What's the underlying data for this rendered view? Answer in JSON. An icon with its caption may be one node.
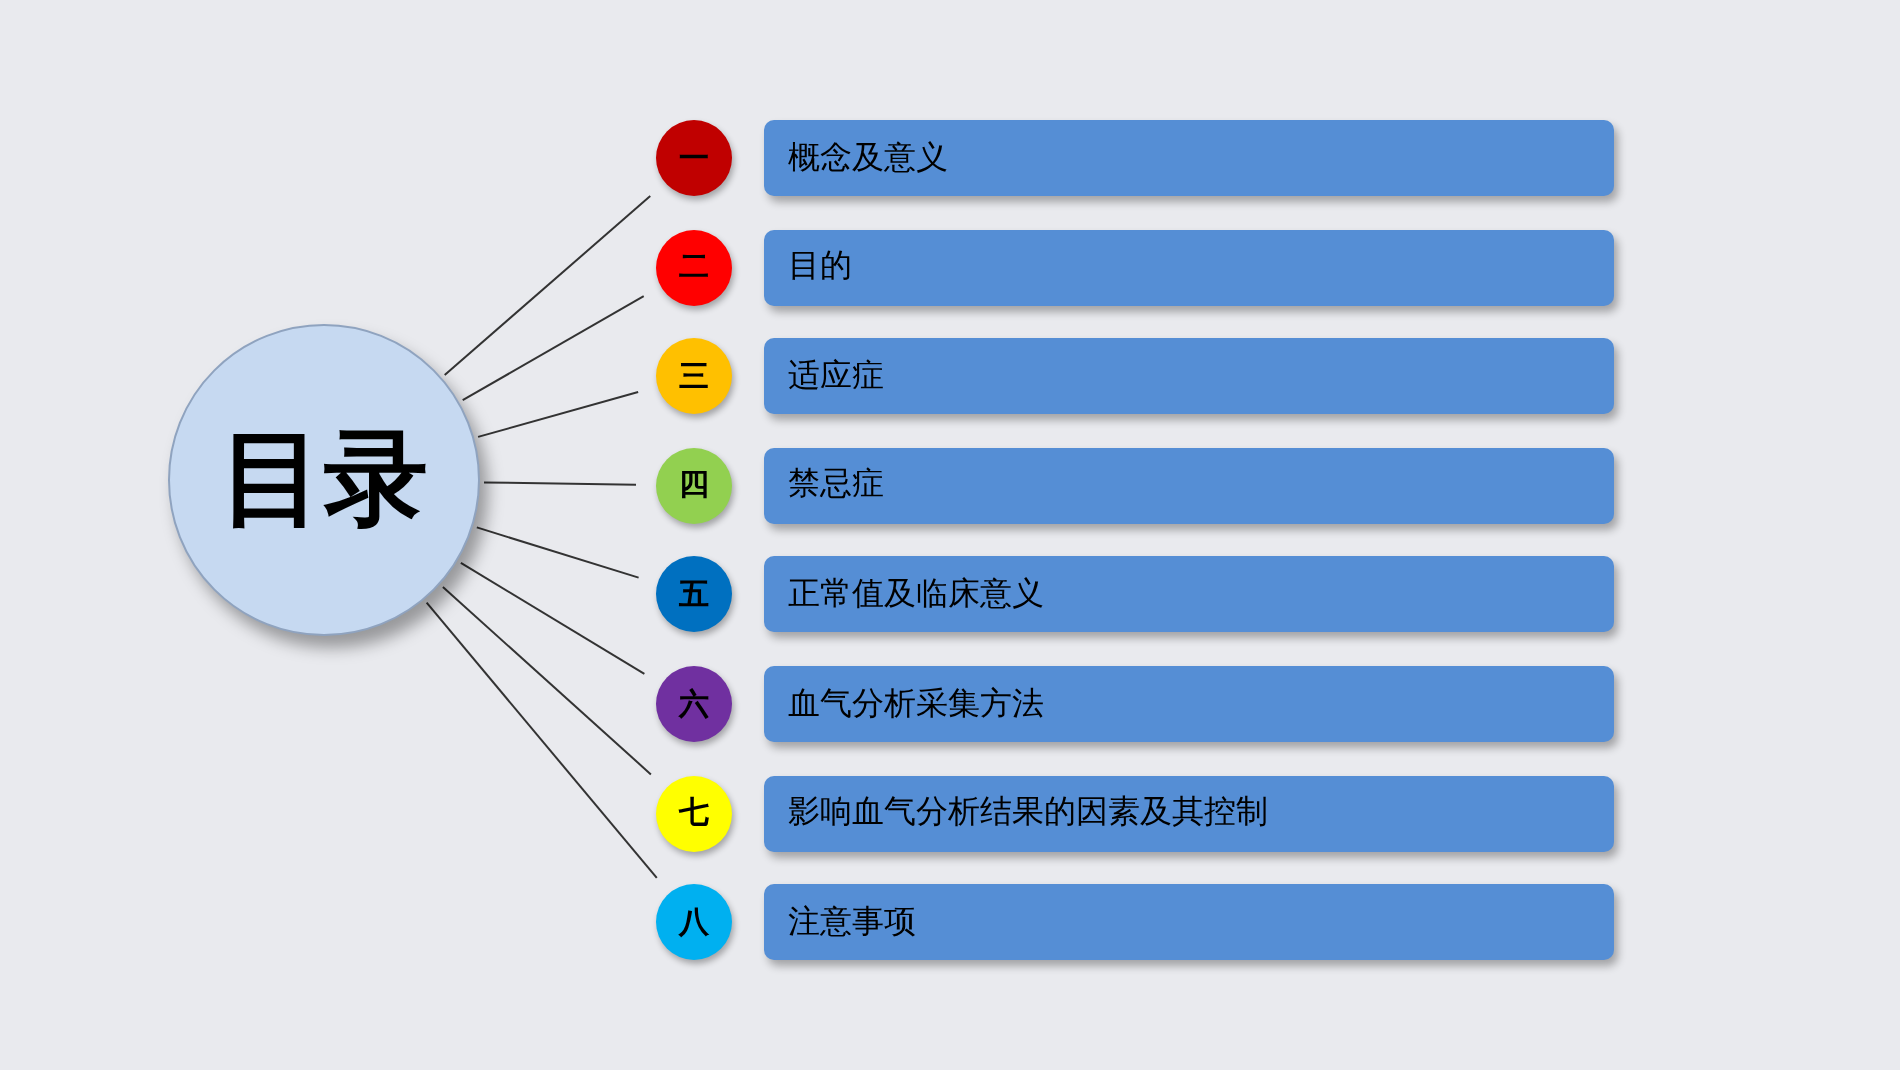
{
  "diagram": {
    "nodes": [
      {
        "text": [
          "目录"
        ]
      },
      {
        "text": [
          "一"
        ]
      },
      {
        "text": [
          "概念及意义"
        ]
      },
      {
        "text": [
          "二"
        ]
      },
      {
        "text": [
          "目的"
        ]
      },
      {
        "text": [
          "三"
        ]
      },
      {
        "text": [
          "适应症"
        ]
      },
      {
        "text": [
          "四"
        ]
      },
      {
        "text": [
          "禁忌症"
        ]
      },
      {
        "text": [
          "五"
        ]
      },
      {
        "text": [
          "正常值及临床意义"
        ]
      },
      {
        "text": [
          "六"
        ]
      },
      {
        "text": [
          "血气分析采集方法"
        ]
      },
      {
        "text": [
          "七"
        ]
      },
      {
        "text": [
          "影响血气分析结果的因素及其控制"
        ]
      },
      {
        "text": [
          "八"
        ]
      },
      {
        "text": [
          "注意事项"
        ]
      }
    ],
    "edges": [
      {
        "from": 0,
        "to": 1,
        "arrow": "none"
      },
      {
        "from": 0,
        "to": 3,
        "arrow": "none"
      },
      {
        "from": 0,
        "to": 5,
        "arrow": "none"
      },
      {
        "from": 0,
        "to": 7,
        "arrow": "none"
      },
      {
        "from": 0,
        "to": 9,
        "arrow": "none"
      },
      {
        "from": 0,
        "to": 11,
        "arrow": "none"
      },
      {
        "from": 0,
        "to": 13,
        "arrow": "none"
      },
      {
        "from": 0,
        "to": 15,
        "arrow": "none"
      }
    ]
  }
}
